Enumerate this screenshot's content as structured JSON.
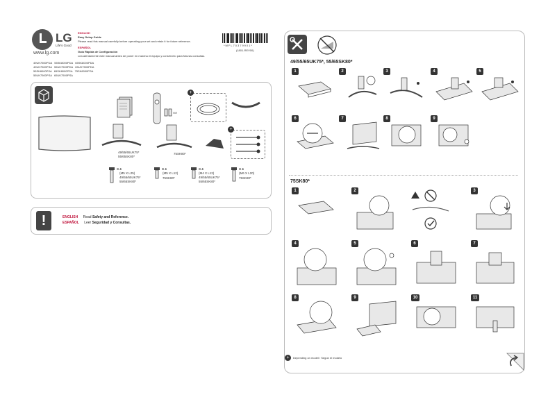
{
  "brand": {
    "name": "LG",
    "slogan": "Life's Good",
    "website": "www.lg.com"
  },
  "guide": {
    "english_label": "ENGLISH",
    "english_title": "Easy Setup Guide",
    "english_note": "Please read this manual carefully before operating your set and retain it for future reference.",
    "spanish_label": "ESPAÑOL",
    "spanish_title": "Guía Rápida de Configuración",
    "spanish_note": "Lea atentamente este manual antes de poner en marcha el equipo y consérvelo para futuras consultas."
  },
  "barcode": {
    "code": "*MFL70379901*",
    "revision": "(1801-REV00)"
  },
  "models": [
    "49UK7500PDA   55SK8000PDA   65SK8000PDA",
    "49UK7500PSA   55UK7500PDA   65UK7500PDA",
    "55SK8000PSA   65SK8000PSA   75SK8000PSA",
    "55UK7500PSA   65UK7500PSA"
  ],
  "accessories": {
    "remote_batteries": "AA",
    "stand_label_a": "49/55/65UK75*\n55/65SK80*",
    "stand_label_b": "75SK80*",
    "screw_a": {
      "count": "X 4",
      "spec": "(M5 X L25)",
      "models": "49/55/65UK75*\n55/65SK80*"
    },
    "screw_b": {
      "count": "X 4",
      "spec": "(M5 X L12)",
      "models": "75SK80*"
    },
    "screw_c": {
      "count": "X 4",
      "spec": "(M4 X L12)",
      "models": "49/55/65UK75*\n55/65SK80*"
    },
    "screw_d": {
      "count": "X 4",
      "spec": "(M6 X L20)",
      "models": "75SK80*"
    }
  },
  "safety": {
    "english_label": "ENGLISH",
    "english_text_prefix": "Read ",
    "english_text_bold": "Safety and Reference.",
    "spanish_label": "ESPAÑOL",
    "spanish_text_prefix": "Leer ",
    "spanish_text_bold": "Seguridad  y Consultas."
  },
  "sections": {
    "section_a_title": "49/55/65UK75*, 55/65SK80*",
    "section_b_title": "75SK80*",
    "section_a_steps": [
      "1",
      "2",
      "3",
      "4",
      "5",
      "6",
      "7",
      "8",
      "9"
    ],
    "section_b_steps": [
      "1",
      "2",
      "3",
      "4",
      "5",
      "6",
      "7",
      "8",
      "9",
      "10",
      "11"
    ]
  },
  "footnote": "Depending on model / Según el modelo"
}
